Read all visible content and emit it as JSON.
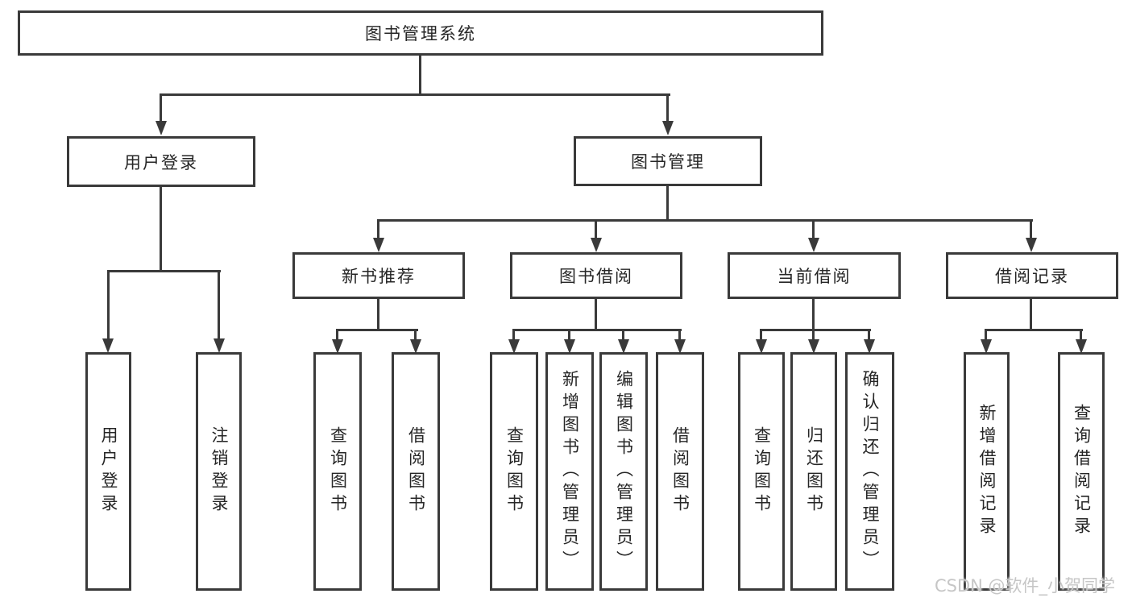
{
  "diagram": {
    "root": {
      "label": "图书管理系统"
    },
    "user_login": {
      "label": "用户登录",
      "children": {
        "login": {
          "label": "用户登录"
        },
        "logout": {
          "label": "注销登录"
        }
      }
    },
    "book_management": {
      "label": "图书管理",
      "modules": {
        "new_book_recommend": {
          "label": "新书推荐",
          "children": {
            "query_books": {
              "label": "查询图书"
            },
            "borrow_books": {
              "label": "借阅图书"
            }
          }
        },
        "book_borrow": {
          "label": "图书借阅",
          "children": {
            "query_books": {
              "label": "查询图书"
            },
            "add_books_admin": {
              "label": "新增图书（管理员）"
            },
            "edit_books_admin": {
              "label": "编辑图书（管理员）"
            },
            "borrow_books": {
              "label": "借阅图书"
            }
          }
        },
        "current_borrow": {
          "label": "当前借阅",
          "children": {
            "query_books": {
              "label": "查询图书"
            },
            "return_books": {
              "label": "归还图书"
            },
            "confirm_return_admin": {
              "label": "确认归还（管理员）"
            }
          }
        },
        "borrow_records": {
          "label": "借阅记录",
          "children": {
            "add_borrow_record": {
              "label": "新增借阅记录"
            },
            "query_borrow_record": {
              "label": "查询借阅记录"
            }
          }
        }
      }
    }
  },
  "watermark": {
    "text": "CSDN @软件_小贺同学"
  },
  "colors": {
    "line": "#3a3a3a",
    "text": "#262626",
    "watermark": "#c6c6c6",
    "background": "#ffffff"
  }
}
